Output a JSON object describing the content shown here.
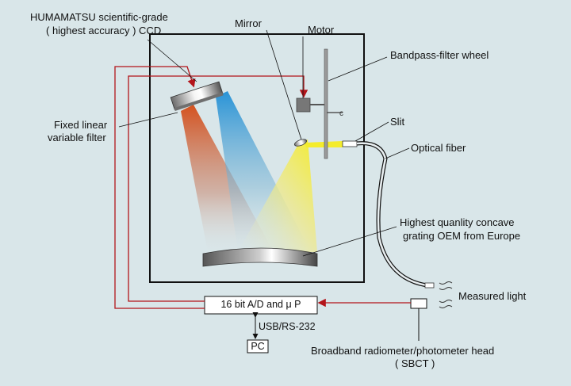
{
  "labels": {
    "ccd_line1": "HUMAMATSU scientific-grade",
    "ccd_line2": "( highest accuracy ) CCD",
    "mirror": "Mirror",
    "motor": "Motor",
    "filter_wheel": "Bandpass-filter wheel",
    "slit": "Slit",
    "optical_fiber": "Optical fiber",
    "linear_filter_line1": "Fixed linear",
    "linear_filter_line2": "variable filter",
    "grating_line1": "Highest quanlity concave",
    "grating_line2": "grating OEM from Europe",
    "measured_light": "Measured light",
    "adc": "16 bit A/D and μ P",
    "usb": "USB/RS-232",
    "pc": "PC",
    "sbct_line1": "Broadband radiometer/photometer head",
    "sbct_line2": "( SBCT )"
  },
  "colors": {
    "background": "#d9e6e9",
    "signal_line": "#b3141a",
    "red_beam": "#d9531c",
    "blue_beam": "#2a8fd0",
    "yellow_beam": "#f0e83c"
  }
}
